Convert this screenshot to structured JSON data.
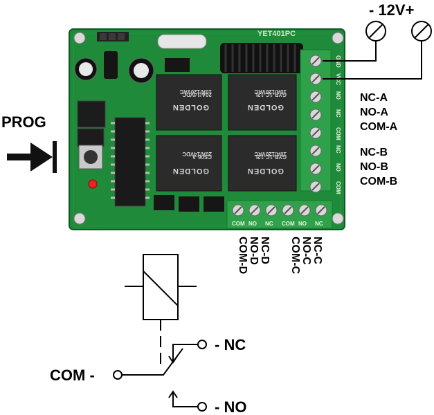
{
  "supply": {
    "label": "- 12V+"
  },
  "prog": {
    "label": "PROG"
  },
  "board": {
    "model": "YET401PC",
    "relay_brand": "GOLDEN",
    "relay_lines": [
      "10A/120VAC",
      "20A/14VDC",
      "10A/120VAC",
      "GYB-1C-12L",
      "CS06-A"
    ],
    "side_pins": [
      "GND",
      "VCC",
      "NO",
      "NC",
      "COM",
      "NC",
      "NO",
      "COM"
    ],
    "bottom_pins": [
      "COM",
      "NO",
      "NC",
      "COM",
      "NO",
      "NC"
    ]
  },
  "channels_right": {
    "a": [
      "NC-A",
      "NO-A",
      "COM-A"
    ],
    "b": [
      "NC-B",
      "NO-B",
      "COM-B"
    ]
  },
  "channels_bottom": {
    "d": [
      "NC-D",
      "NO-D",
      "COM-D"
    ],
    "c": [
      "NC-C",
      "NO-C",
      "COM-C"
    ]
  },
  "schematic": {
    "com": "COM -",
    "nc": "- NC",
    "no": "- NO"
  },
  "colors": {
    "pcb": "#1f8a3a",
    "pcb_dark": "#14642a",
    "terminal": "#2fa14a",
    "relay": "#2b2b2b",
    "wire": "#000000"
  }
}
